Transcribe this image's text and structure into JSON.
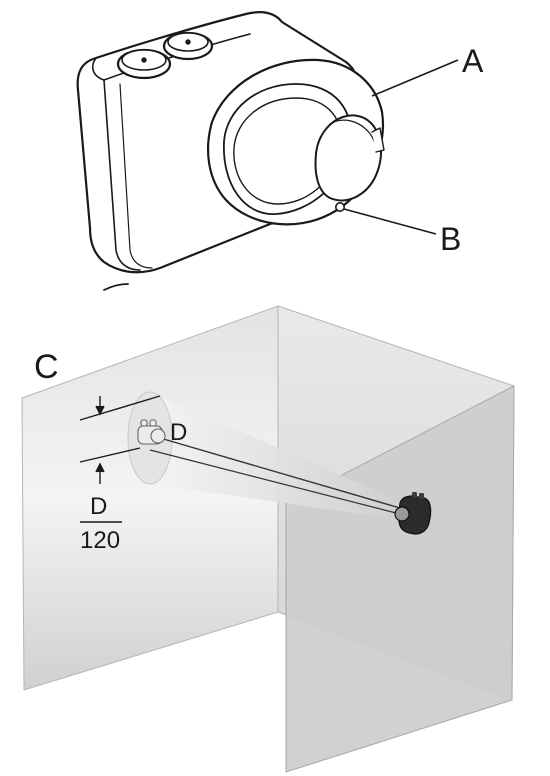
{
  "labels": {
    "a": "A",
    "b": "B",
    "c": "C",
    "d": "D",
    "fraction_numerator": "D",
    "fraction_denominator": "120"
  },
  "colors": {
    "outline": "#1a1a1a",
    "wall_fill": "#d9d9d9",
    "wall_fill_dark": "#c4c4c4",
    "beam_fill": "#f2f2f2",
    "camera_body": "#2b2b2b"
  }
}
